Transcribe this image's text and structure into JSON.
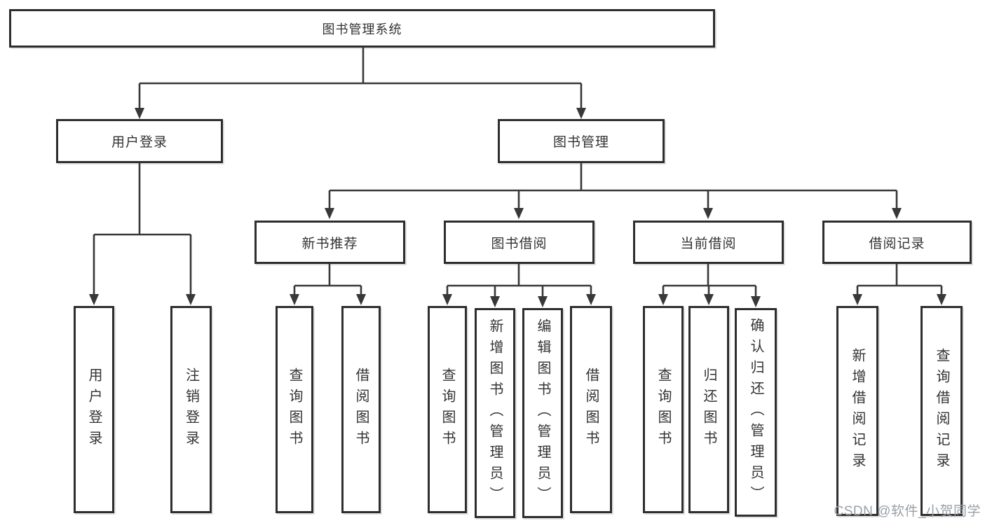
{
  "title": {
    "label": "图书管理系统"
  },
  "branches": {
    "user_login": {
      "label": "用户登录",
      "children": [
        {
          "label": "用户登录"
        },
        {
          "label": "注销登录"
        }
      ]
    },
    "book_management": {
      "label": "图书管理",
      "children": [
        {
          "label": "新书推荐",
          "children": [
            {
              "label": "查询图书"
            },
            {
              "label": "借阅图书"
            }
          ]
        },
        {
          "label": "图书借阅",
          "children": [
            {
              "label": "查询图书"
            },
            {
              "label": "新增图书（管理员）"
            },
            {
              "label": "编辑图书（管理员）"
            },
            {
              "label": "借阅图书"
            }
          ]
        },
        {
          "label": "当前借阅",
          "children": [
            {
              "label": "查询图书"
            },
            {
              "label": "归还图书"
            },
            {
              "label": "确认归还（管理员）"
            }
          ]
        },
        {
          "label": "借阅记录",
          "children": [
            {
              "label": "新增借阅记录"
            },
            {
              "label": "查询借阅记录"
            }
          ]
        }
      ]
    }
  },
  "watermark": {
    "text": "CSDN @软件_小贺同学"
  },
  "colors": {
    "line": "#383838",
    "box_border": "#2e2e2e",
    "text": "#333333",
    "watermark": "#9aa0a6",
    "background": "#ffffff"
  }
}
